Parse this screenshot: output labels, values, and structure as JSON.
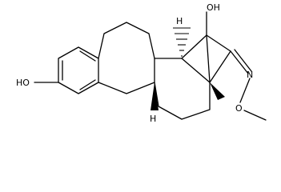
{
  "structure": {
    "colors": {
      "ink": "#000000",
      "background": "#ffffff"
    },
    "atom_labels": {
      "ho_phenol": "HO",
      "oh_top": "OH",
      "h_top": "H",
      "h_bottom": "H",
      "oxime_n": "N",
      "oxime_o": "O"
    }
  }
}
